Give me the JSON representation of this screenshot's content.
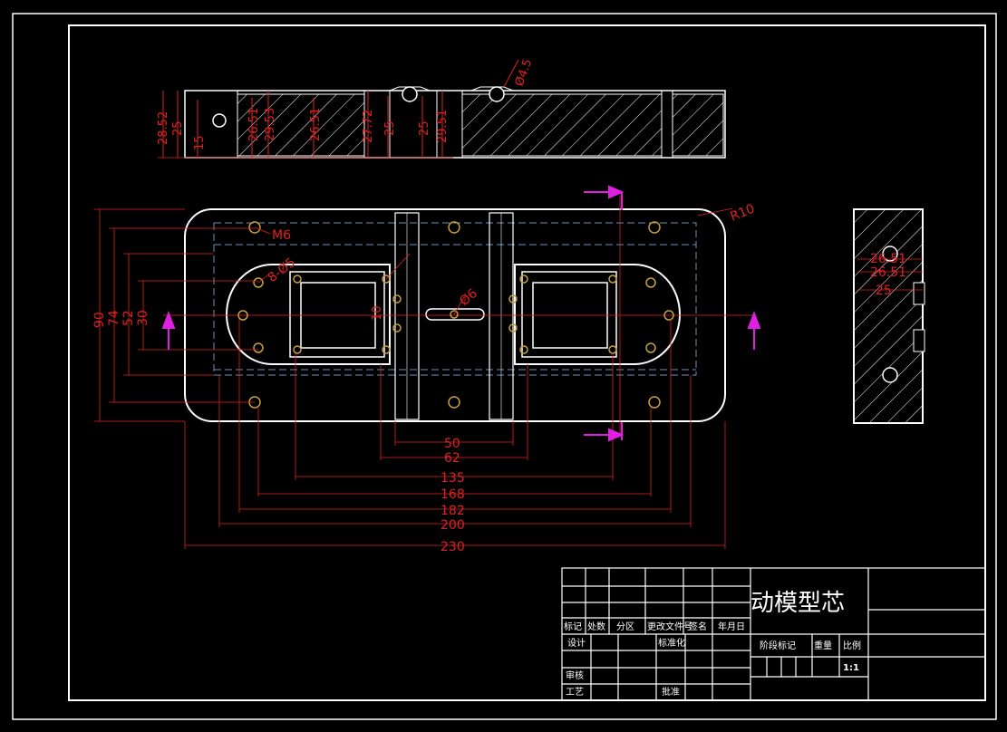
{
  "drawing": {
    "title": "动模型芯",
    "scale": "1:1",
    "labels": {
      "marks": "标记",
      "count": "处数",
      "zone": "分区",
      "change_doc": "更改文件号",
      "signature": "签名",
      "date": "年月日",
      "design": "设计",
      "standard": "标准化",
      "stage_mark": "阶段标记",
      "weight": "重量",
      "ratio": "比例",
      "review": "审核",
      "process": "工艺",
      "approve": "批准"
    }
  },
  "dimensions": {
    "top_view": [
      "28.52",
      "25",
      "15",
      "26.51",
      "29.53",
      "26.51",
      "27.72",
      "25",
      "25",
      "29.51",
      "Ø4.5"
    ],
    "front_horizontal": [
      "50",
      "62",
      "135",
      "168",
      "182",
      "200",
      "230"
    ],
    "front_vertical": [
      "90",
      "74",
      "52",
      "30"
    ],
    "front_callouts": [
      "M6",
      "8-Ø5",
      "Ø6",
      "R10",
      "10"
    ],
    "side_view": [
      "26.51",
      "26.51",
      "25"
    ]
  },
  "colors": {
    "background": "#000000",
    "outline": "#ffffff",
    "dimension": "#e02020",
    "hidden": "#6a8fc0",
    "section_marker": "#e020e0",
    "hole_center": "#c8a040"
  }
}
